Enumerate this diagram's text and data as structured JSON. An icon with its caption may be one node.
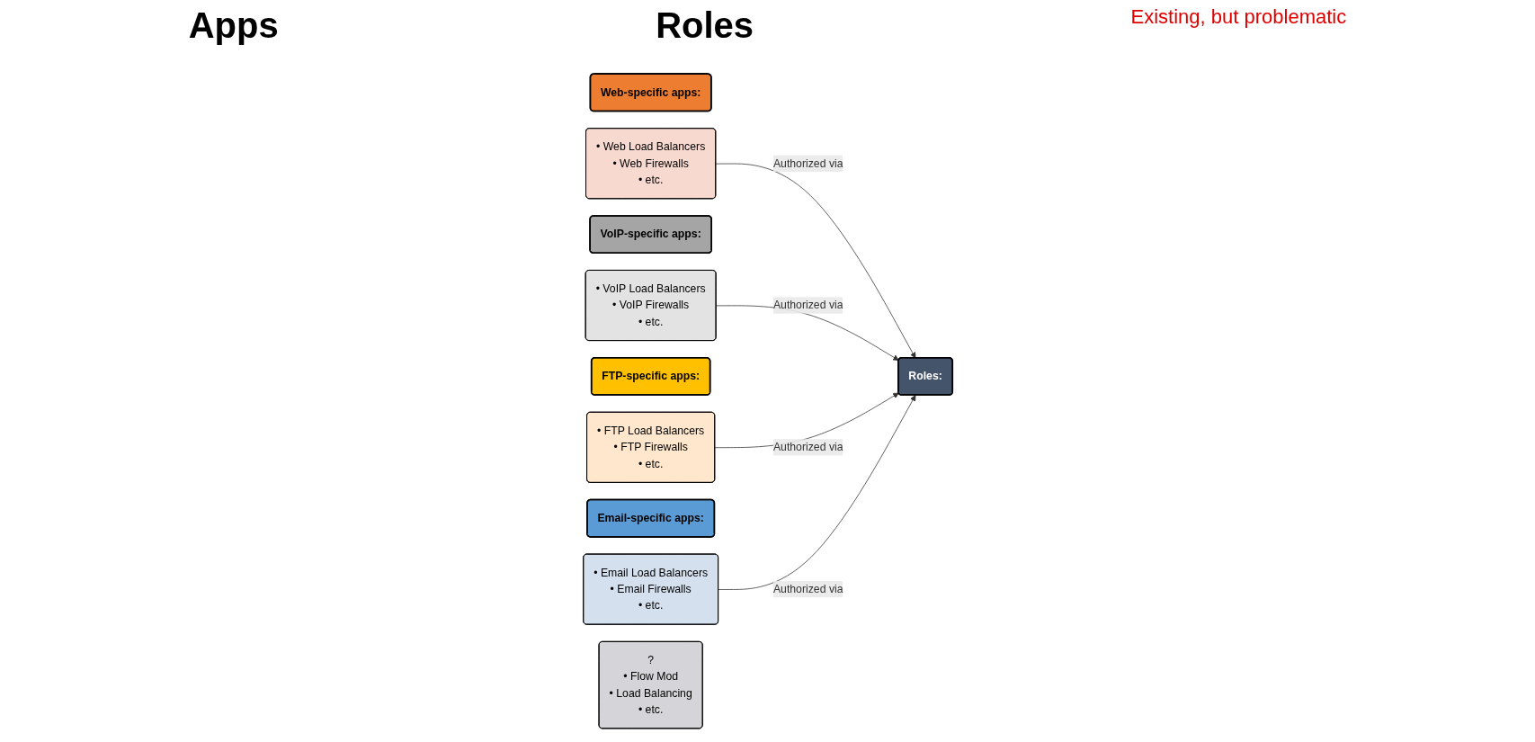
{
  "diagram": {
    "nodes": [
      {
        "text": [
          "Web-specific apps:"
        ]
      },
      {
        "text": [
          "• Web Load Balancers",
          "• Web Firewalls",
          "• etc."
        ]
      },
      {
        "text": [
          "VoIP-specific apps:"
        ]
      },
      {
        "text": [
          "• VoIP Load Balancers",
          "• VoIP Firewalls",
          "• etc."
        ]
      },
      {
        "text": [
          "FTP-specific apps:"
        ]
      },
      {
        "text": [
          "• FTP Load Balancers",
          "• FTP Firewalls",
          "• etc."
        ]
      },
      {
        "text": [
          "Email-specific apps:"
        ]
      },
      {
        "text": [
          "• Email Load Balancers",
          "• Email Firewalls",
          "• etc."
        ]
      },
      {
        "text": [
          "Roles:"
        ]
      },
      {
        "text": [
          "?",
          "• Flow Mod",
          "• Load Balancing",
          "• etc."
        ]
      }
    ],
    "edges": [
      {
        "from": 1,
        "to": 8,
        "arrow": "to",
        "label": "Authorized via"
      },
      {
        "from": 3,
        "to": 8,
        "arrow": "to",
        "label": "Authorized via"
      },
      {
        "from": 5,
        "to": 8,
        "arrow": "to",
        "label": "Authorized via"
      },
      {
        "from": 7,
        "to": 8,
        "arrow": "to",
        "label": "Authorized via"
      }
    ],
    "labels": [
      "Apps",
      "Roles",
      "Existing, but problematic"
    ]
  }
}
